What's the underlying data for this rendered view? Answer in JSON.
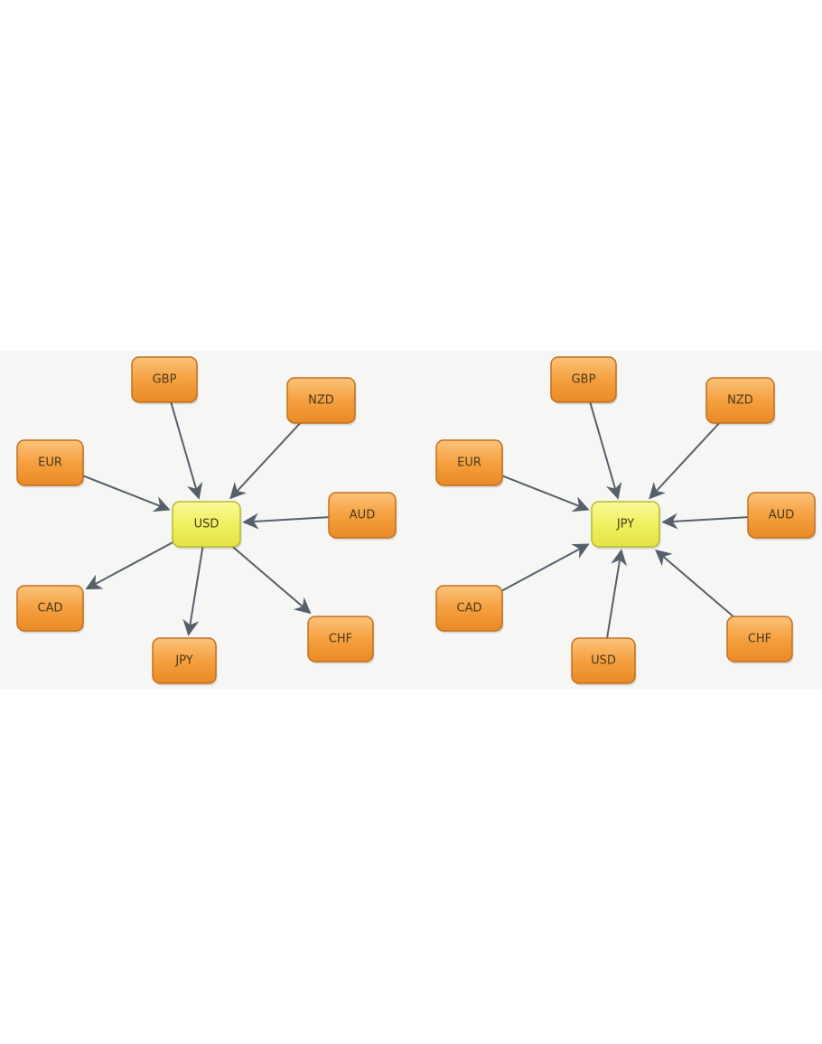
{
  "diagrams": [
    {
      "center": "USD",
      "nodes": [
        "GBP",
        "NZD",
        "EUR",
        "AUD",
        "CAD",
        "JPY",
        "CHF"
      ],
      "edges": [
        {
          "from": "EUR",
          "to": "USD"
        },
        {
          "from": "GBP",
          "to": "USD"
        },
        {
          "from": "NZD",
          "to": "USD"
        },
        {
          "from": "AUD",
          "to": "USD"
        },
        {
          "from": "USD",
          "to": "CAD"
        },
        {
          "from": "USD",
          "to": "JPY"
        },
        {
          "from": "USD",
          "to": "CHF"
        }
      ]
    },
    {
      "center": "JPY",
      "nodes": [
        "GBP",
        "NZD",
        "EUR",
        "AUD",
        "CAD",
        "USD",
        "CHF"
      ],
      "edges": [
        {
          "from": "EUR",
          "to": "JPY"
        },
        {
          "from": "GBP",
          "to": "JPY"
        },
        {
          "from": "NZD",
          "to": "JPY"
        },
        {
          "from": "AUD",
          "to": "JPY"
        },
        {
          "from": "CAD",
          "to": "JPY"
        },
        {
          "from": "USD",
          "to": "JPY"
        },
        {
          "from": "CHF",
          "to": "JPY"
        }
      ]
    }
  ],
  "colors": {
    "node": "#f5a040",
    "node_border": "#c07020",
    "center": "#f0f060",
    "center_border": "#b8b830",
    "arrow": "#56606a"
  }
}
